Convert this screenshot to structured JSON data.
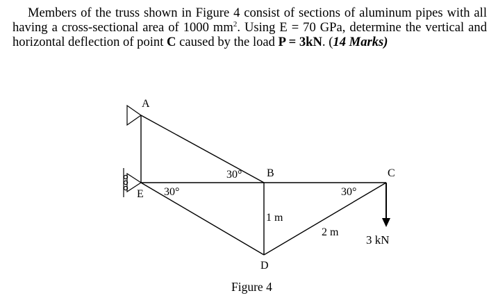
{
  "problem": {
    "p1": "Members of the truss shown in Figure 4 consist of sections of aluminum pipes with all having a cross-sectional area of 1000 mm",
    "sup": "2",
    "p2": ". Using E = 70 GPa, determine the vertical and horizontal deflection of point ",
    "point": "C",
    "p3": " caused by the load ",
    "load": "P = 3kN",
    "p4": ". (",
    "marks": "14 Marks)",
    "p5": ""
  },
  "figure": {
    "node_a": "A",
    "node_b": "B",
    "node_c": "C",
    "node_d": "D",
    "node_e": "E",
    "angle_e": "30°",
    "angle_b": "30°",
    "angle_c": "30°",
    "len_bd": "1 m",
    "len_cd": "2 m",
    "load": "3 kN",
    "caption": "Figure 4"
  }
}
